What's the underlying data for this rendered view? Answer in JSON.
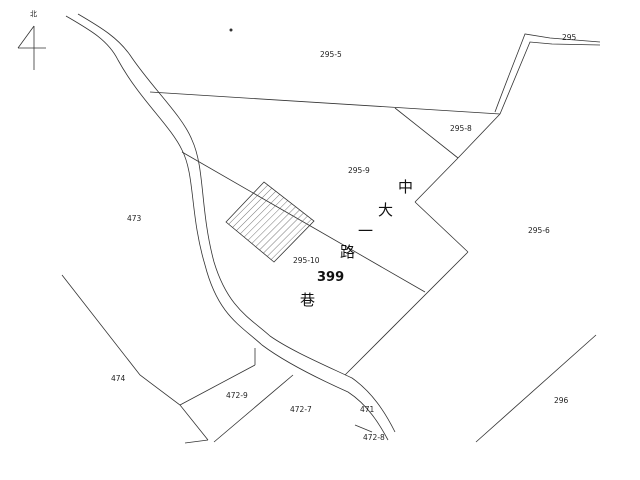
{
  "north": {
    "label": "北"
  },
  "parcels": [
    {
      "id": "p-295-5",
      "label": "295-5"
    },
    {
      "id": "p-295",
      "label": "295"
    },
    {
      "id": "p-295-8",
      "label": "295-8"
    },
    {
      "id": "p-295-9",
      "label": "295-9"
    },
    {
      "id": "p-295-6",
      "label": "295-6"
    },
    {
      "id": "p-473",
      "label": "473"
    },
    {
      "id": "p-295-10",
      "label": "295-10"
    },
    {
      "id": "p-474",
      "label": "474"
    },
    {
      "id": "p-472-9",
      "label": "472-9"
    },
    {
      "id": "p-472-7",
      "label": "472-7"
    },
    {
      "id": "p-471",
      "label": "471"
    },
    {
      "id": "p-472-8",
      "label": "472-8"
    },
    {
      "id": "p-296",
      "label": "296"
    }
  ],
  "road": {
    "chars": [
      "中",
      "大",
      "一",
      "路"
    ],
    "number": "399",
    "suffix": "巷"
  },
  "subject_parcel": {
    "highlighted": true,
    "hatch_color": "#555555"
  }
}
